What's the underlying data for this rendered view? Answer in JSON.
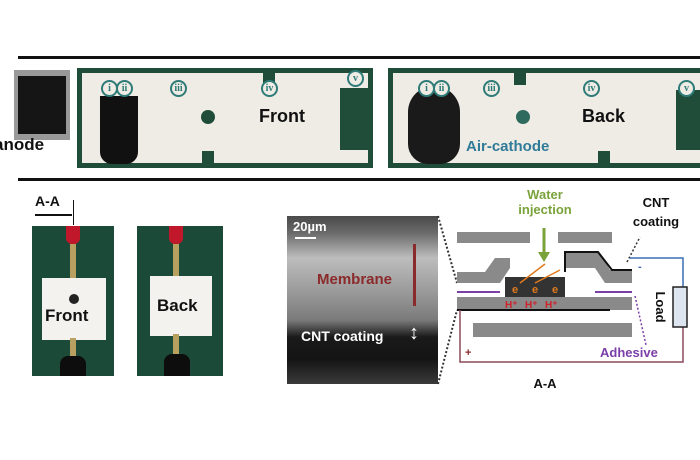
{
  "top_panel": {
    "anode_label": "anode",
    "front_strip": {
      "roman": [
        "i",
        "ii",
        "iii",
        "iv",
        "v"
      ],
      "label": "Front"
    },
    "back_strip": {
      "roman": [
        "i",
        "ii",
        "iii",
        "iv",
        "v"
      ],
      "label": "Back",
      "cathode_label": "Air-cathode"
    }
  },
  "photos": {
    "section_label": "A-A",
    "front_label": "Front",
    "back_label": "Back"
  },
  "sem": {
    "scale_bar": "20µm",
    "membrane_label": "Membrane",
    "cnt_label": "CNT coating"
  },
  "schematic": {
    "water_label_1": "Water",
    "water_label_2": "injection",
    "cnt_label_1": "CNT",
    "cnt_label_2": "coating",
    "electron": "e",
    "proton": "H⁺",
    "minus": "-",
    "plus": "+",
    "load_label": "Load",
    "adhesive_label": "Adhesive",
    "section_label": "A-A"
  },
  "colors": {
    "green": "#1f4d3a",
    "teal": "#2f7b78",
    "water": "#7aa23a",
    "membrane": "#8b2a2a",
    "adhesive": "#7b3fa8",
    "orange": "#e07a1e",
    "blue": "#3a6fb5"
  }
}
